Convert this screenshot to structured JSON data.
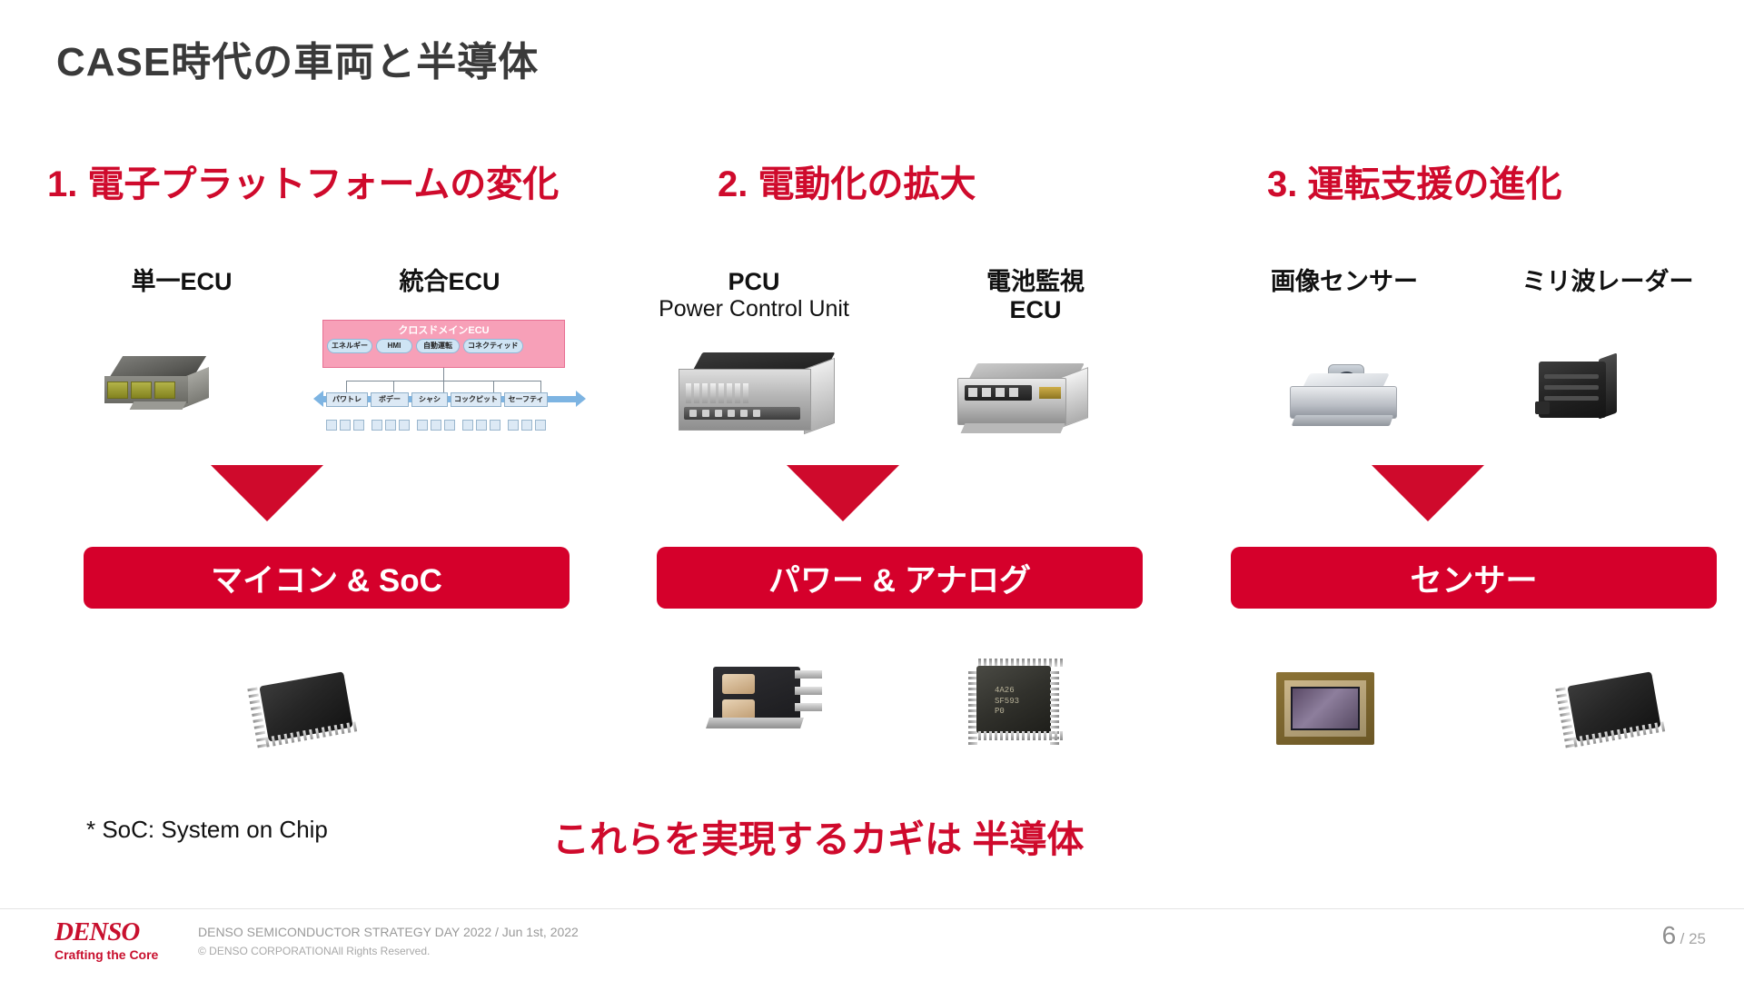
{
  "slide": {
    "title": "CASE時代の車両と半導体",
    "page_current": "6",
    "page_total": "/ 25"
  },
  "theme": {
    "accent_red": "#cf0a2c",
    "banner_red": "#d5002b",
    "title_gray": "#3a3a3a",
    "footer_gray": "#9a9a9a",
    "diagram_pink": "#f7a0b8",
    "diagram_blue": "#cfe4f4"
  },
  "sections": [
    {
      "heading": "1. 電子プラットフォームの変化",
      "banner": "マイコン & SoC",
      "items": [
        {
          "label": "単一ECU",
          "sub": ""
        },
        {
          "label": "統合ECU",
          "sub": ""
        }
      ]
    },
    {
      "heading": "2. 電動化の拡大",
      "banner": "パワー & アナログ",
      "items": [
        {
          "label": "PCU",
          "sub": "Power Control Unit"
        },
        {
          "label": "電池監視",
          "sub": "ECU"
        }
      ]
    },
    {
      "heading": "3. 運転支援の進化",
      "banner": "センサー",
      "items": [
        {
          "label": "画像センサー",
          "sub": ""
        },
        {
          "label": "ミリ波レーダー",
          "sub": ""
        }
      ]
    }
  ],
  "ecu_diagram": {
    "cross_domain_title": "クロスドメインECU",
    "domains_top": [
      "エネルギー",
      "HMI",
      "自動運転",
      "コネクティッド"
    ],
    "domains_bus": [
      "パワトレ",
      "ボデー",
      "シャシ",
      "コックピット",
      "セーフティ"
    ]
  },
  "footnote": "* SoC: System on Chip",
  "tagline": "これらを実現するカギは 半導体",
  "footer": {
    "logo_word": "DENSO",
    "logo_tagline": "Crafting the Core",
    "event": "DENSO SEMICONDUCTOR STRATEGY DAY 2022 / Jun 1st, 2022",
    "copyright": "© DENSO CORPORATIONAll Rights Reserved."
  }
}
